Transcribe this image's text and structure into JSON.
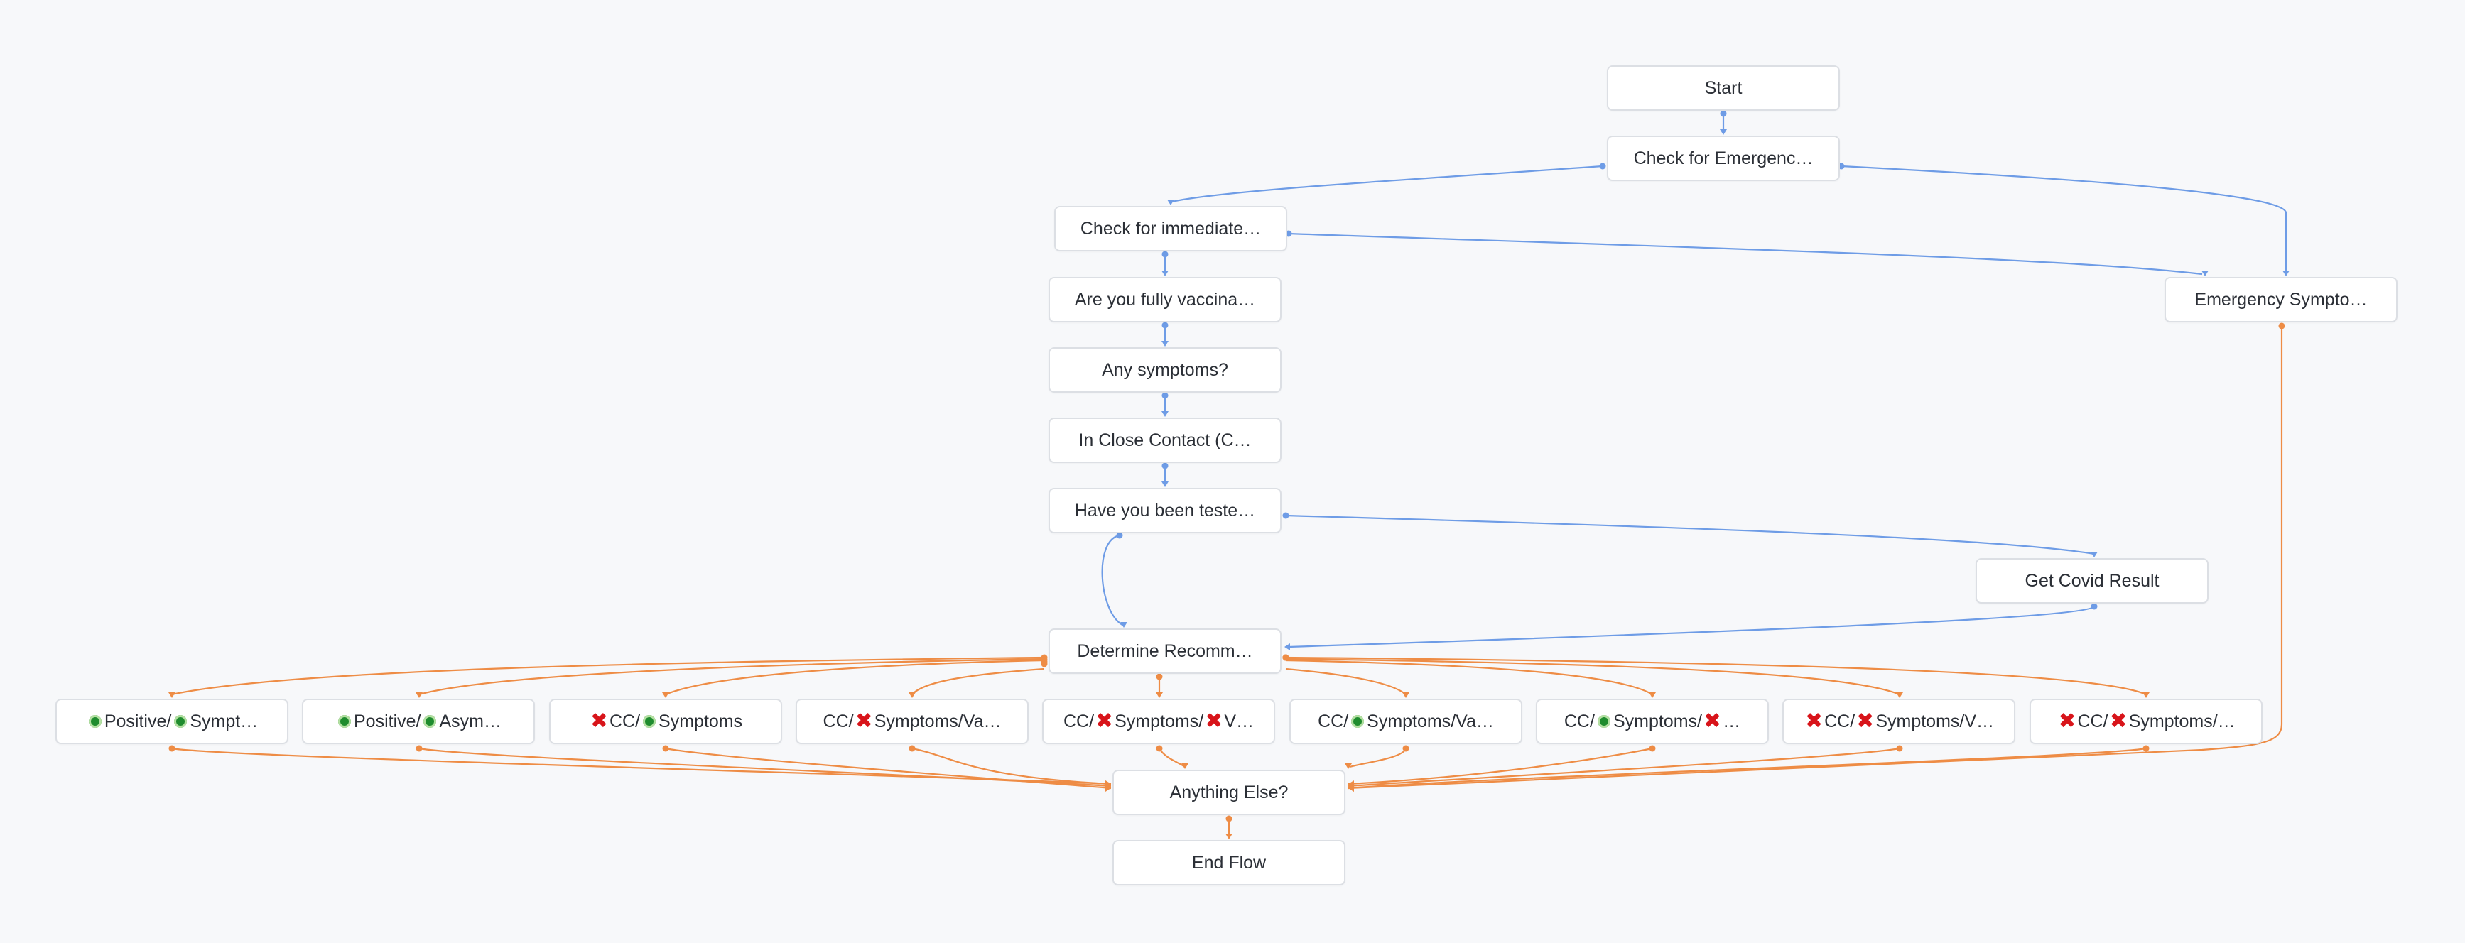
{
  "colors": {
    "blue": "#6e9ce6",
    "orange": "#ee8c45",
    "border": "#dcdfe4",
    "background": "#f7f8fa"
  },
  "nodes": [
    {
      "id": "start",
      "label": "Start"
    },
    {
      "id": "emerg_check",
      "label": "Check for Emergenc…"
    },
    {
      "id": "immediate",
      "label": "Check for immediate…"
    },
    {
      "id": "emerg_sym",
      "label": "Emergency Sympto…"
    },
    {
      "id": "vaccinated",
      "label": "Are you fully vaccina…"
    },
    {
      "id": "symptoms",
      "label": "Any symptoms?"
    },
    {
      "id": "close_contact",
      "label": "In Close Contact (C…"
    },
    {
      "id": "tested",
      "label": "Have you been teste…"
    },
    {
      "id": "covid_result",
      "label": "Get Covid Result"
    },
    {
      "id": "determine",
      "label": "Determine Recomm…"
    },
    {
      "id": "o1",
      "label": "[check] Positive/[check] Sympt…"
    },
    {
      "id": "o2",
      "label": "[check] Positive/[check] Asym…"
    },
    {
      "id": "o3",
      "label": "[x]CC/[check]Symptoms"
    },
    {
      "id": "o4",
      "label": "CC/[x]Symptoms/Va…"
    },
    {
      "id": "o5",
      "label": "CC/[x]Symptoms/[x]V…"
    },
    {
      "id": "o6",
      "label": "CC/[check]Symptoms/Va…"
    },
    {
      "id": "o7",
      "label": "CC/[check]Symptoms/[x] …"
    },
    {
      "id": "o8",
      "label": "[x]CC/[x]Symptoms/V…"
    },
    {
      "id": "o9",
      "label": "[x]CC/[x]Symptoms/…"
    },
    {
      "id": "anything",
      "label": "Anything Else?"
    },
    {
      "id": "end",
      "label": "End Flow"
    }
  ]
}
